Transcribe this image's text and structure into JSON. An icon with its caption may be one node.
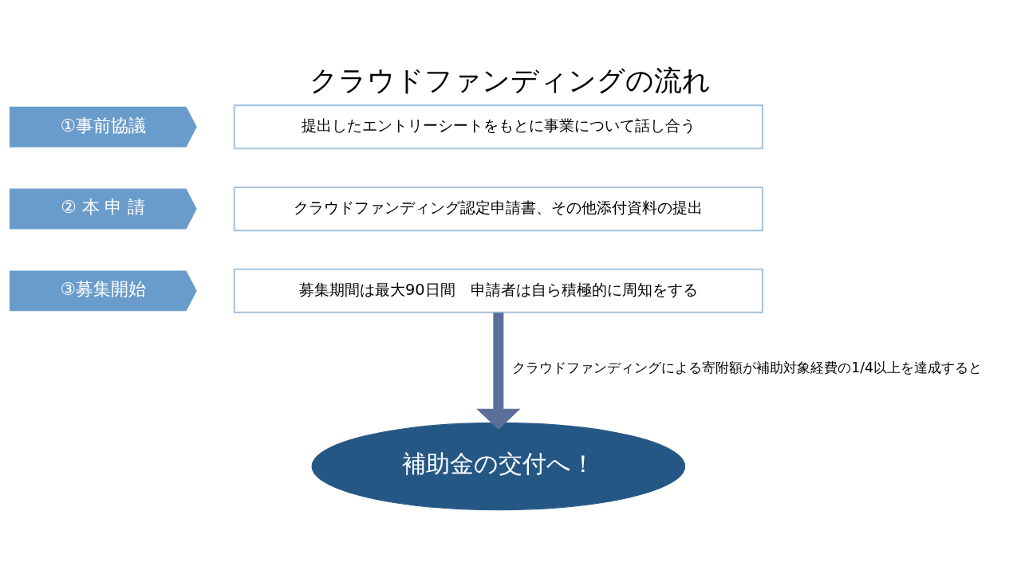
{
  "diagram": {
    "title": "クラウドファンディングの流れ",
    "nodes": [
      {
        "text": [
          "①事前協議"
        ]
      },
      {
        "text": [
          "提出したエントリーシートをもとに事業について話し合う"
        ]
      },
      {
        "text": [
          "② 本 申 請"
        ]
      },
      {
        "text": [
          "クラウドファンディング認定申請書、その他添付資料の提出"
        ]
      },
      {
        "text": [
          "③募集開始"
        ]
      },
      {
        "text": [
          "募集期間は最大90日間　申請者は自ら積極的に周知をする"
        ]
      },
      {
        "text": [
          "補助金の交付へ！"
        ]
      }
    ],
    "edges": [
      {
        "from": 5,
        "to": 6,
        "arrow": "to",
        "label": "クラウドファンディングによる寄附額が補助対象経費の1/4以上を達成すると"
      }
    ]
  }
}
